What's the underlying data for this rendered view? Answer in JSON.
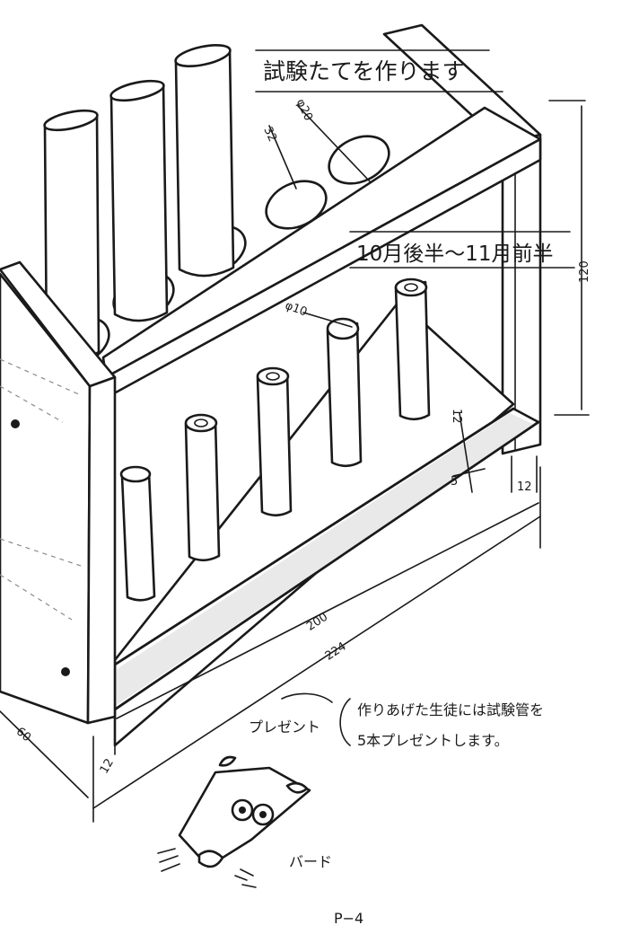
{
  "title": "試験たてを作ります",
  "period": "10月後半〜11月前半",
  "dimensions": {
    "pitch": "32",
    "hole_top": "φ20",
    "rod": "φ10",
    "height": "120",
    "shelf_thickness": "12",
    "shelf_gap": "5",
    "post_width": "12",
    "inner_length": "200",
    "total_length": "224",
    "end_thickness": "12",
    "depth": "60"
  },
  "present": {
    "label": "プレゼント",
    "note_line1": "作りあげた生徒には試験管を",
    "note_line2": "5本プレゼントします。"
  },
  "character": {
    "name": "バード"
  },
  "page_number": "P−4"
}
